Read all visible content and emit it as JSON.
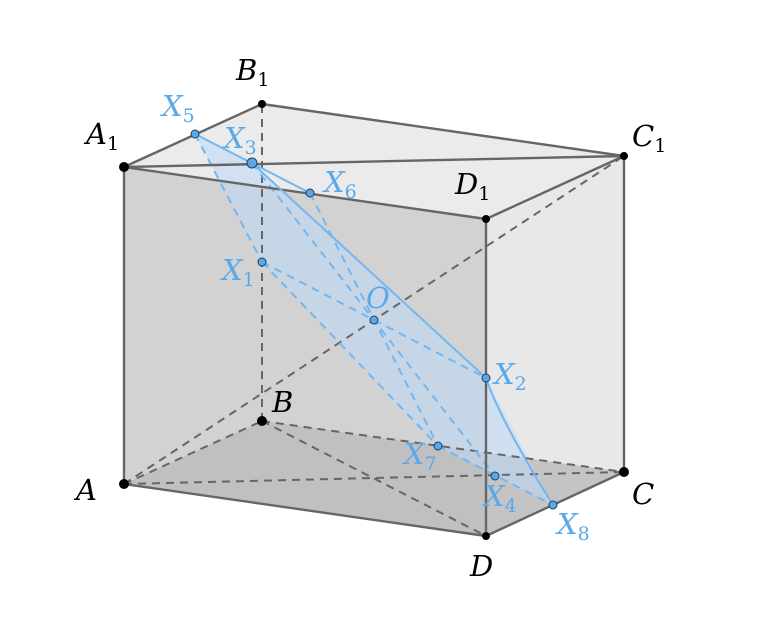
{
  "colors": {
    "edge": "#666666",
    "hidden_edge": "#666666",
    "face_fill": "#d9d9d9",
    "bottom_fill": "#bfbfbf",
    "section": "#74b6f0",
    "section_fill": "#bcd8f5",
    "vertex": "#000000",
    "label": "#000000",
    "point_label": "#5aa8e8"
  },
  "vertex_labels": [
    {
      "key": "A",
      "base": "A",
      "sub": ""
    },
    {
      "key": "B",
      "base": "B",
      "sub": ""
    },
    {
      "key": "C",
      "base": "C",
      "sub": ""
    },
    {
      "key": "D",
      "base": "D",
      "sub": ""
    },
    {
      "key": "A1",
      "base": "A",
      "sub": "1"
    },
    {
      "key": "B1",
      "base": "B",
      "sub": "1"
    },
    {
      "key": "C1",
      "base": "C",
      "sub": "1"
    },
    {
      "key": "D1",
      "base": "D",
      "sub": "1"
    }
  ],
  "point_labels": [
    {
      "key": "O",
      "base": "O",
      "sub": ""
    },
    {
      "key": "X1",
      "base": "X",
      "sub": "1"
    },
    {
      "key": "X2",
      "base": "X",
      "sub": "2"
    },
    {
      "key": "X3",
      "base": "X",
      "sub": "3"
    },
    {
      "key": "X4",
      "base": "X",
      "sub": "4"
    },
    {
      "key": "X5",
      "base": "X",
      "sub": "5"
    },
    {
      "key": "X6",
      "base": "X",
      "sub": "6"
    },
    {
      "key": "X7",
      "base": "X",
      "sub": "7"
    },
    {
      "key": "X8",
      "base": "X",
      "sub": "8"
    }
  ]
}
